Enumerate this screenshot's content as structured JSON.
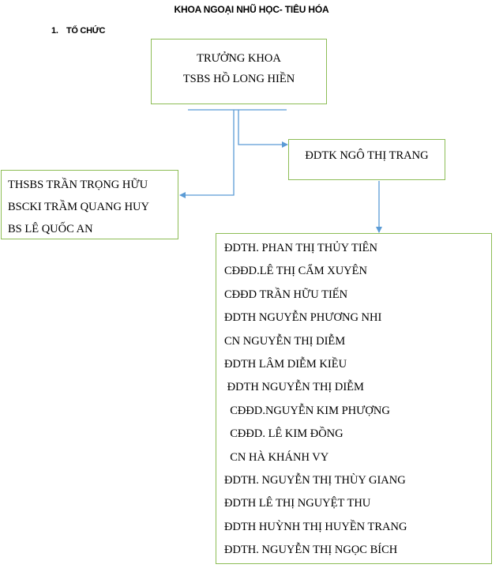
{
  "title": "KHOA NGOẠI NHŨ HỌC- TIÊU HÓA",
  "section": {
    "number": "1.",
    "label": "TỔ CHỨC"
  },
  "head_box": {
    "lines": [
      "TRƯỞNG KHOA",
      "TSBS HỒ LONG HIỀN"
    ]
  },
  "head_nurse_box": {
    "lines": [
      "ĐDTK NGÔ THỊ TRANG"
    ]
  },
  "doctors_box": {
    "lines": [
      "THSBS TRẦN TRỌNG HỮU",
      "BSCKI TRẦM QUANG HUY",
      "BS LÊ QUỐC AN"
    ]
  },
  "nurses_box": {
    "lines": [
      "ĐDTH. PHAN THỊ THỦY TIÊN",
      "CĐĐD.LÊ THỊ CẨM XUYÊN",
      "CĐĐD TRẦN HỮU TIẾN",
      "ĐDTH NGUYỄN PHƯƠNG NHI",
      "CN NGUYỄN THỊ DIỄM",
      "ĐDTH LÂM DIỄM KIỀU",
      " ĐDTH NGUYỄN THỊ DIỄM",
      "  CĐĐD.NGUYỄN KIM PHƯỢNG",
      "  CĐĐD. LÊ KIM ĐỒNG",
      "  CN HÀ KHÁNH VY",
      "ĐDTH. NGUYỄN THỊ THÙY GIANG",
      "ĐDTH LÊ THỊ NGUYỆT THU",
      "ĐDTH HUỲNH THỊ HUYỀN TRANG",
      "ĐDTH. NGUYỄN THỊ NGỌC BÍCH"
    ]
  },
  "colors": {
    "box_border": "#8dbd56",
    "connector": "#5b9bd5"
  }
}
